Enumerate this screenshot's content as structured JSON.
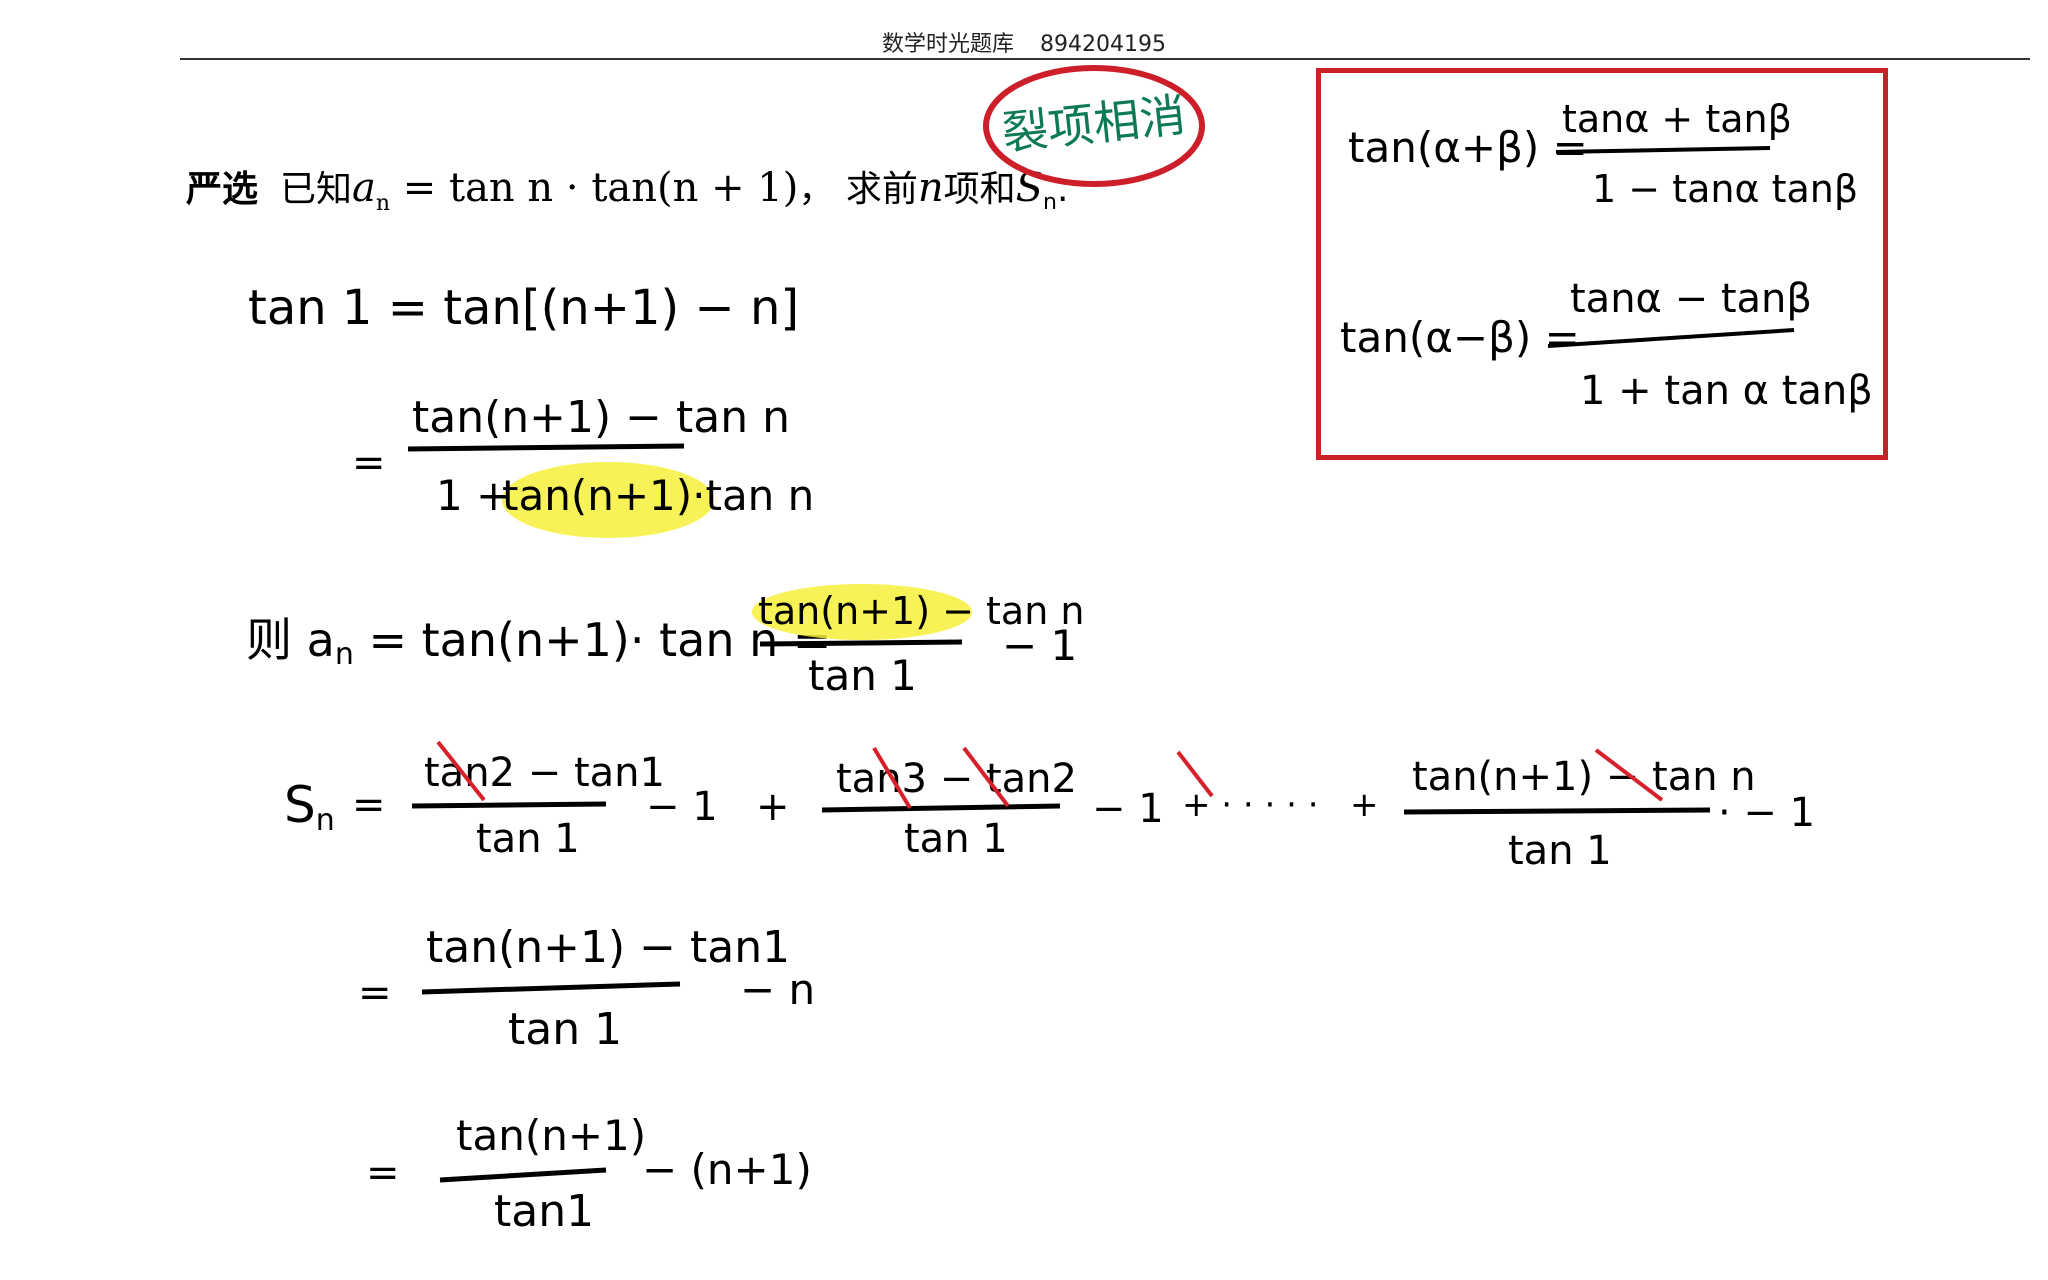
{
  "header": {
    "title": "数学时光题库",
    "code": "894204195"
  },
  "problem": {
    "tag": "严选",
    "prefix": "已知",
    "a_var": "a",
    "a_sub": "n",
    "expr": " = tan n · tan(n + 1)",
    "sep": "，",
    "ask": "求前",
    "n_var": "n",
    "ask2": "项和",
    "s_var": "S",
    "s_sub": "n",
    "end": "."
  },
  "stamp": {
    "text": "裂项相消",
    "color": "#0e7a55",
    "ring_color": "#cc1f2a"
  },
  "formula_box": {
    "line1_lhs": "tan(α+β) =",
    "line1_num": "tanα + tanβ",
    "line1_den": "1 − tanα tanβ",
    "line2_lhs": "tan(α−β) =",
    "line2_num": "tanα − tanβ",
    "line2_den": "1 + tan α tanβ",
    "border_color": "#cc1f2a"
  },
  "work": {
    "step1": "tan 1 = tan[(n+1) − n]",
    "step2_eq": "=",
    "step2_num": "tan(n+1) − tan n",
    "step2_den_a": "1 + ",
    "step2_den_b": "tan(n+1)·tan n",
    "step3_lhs": "则 a",
    "step3_sub": "n",
    "step3_mid": " = tan(n+1)· tan n =",
    "step3_num": "tan(n+1) − tan n",
    "step3_den": "tan 1",
    "step3_tail": "− 1",
    "step4_lhs": "S",
    "step4_sub": "n",
    "step4_eq": "=",
    "t1_num": "tan2 − tan1",
    "t1_den": "tan 1",
    "t1_tail": "− 1",
    "plus": "+",
    "t2_num": "tan3 − tan2",
    "t2_den": "tan 1",
    "t2_tail": "− 1",
    "dots": "+ · · · · ·",
    "plus2": "+",
    "t3_num": "tan(n+1) − tan n",
    "t3_den": "tan 1",
    "t3_tail": "· − 1",
    "step5_eq": "=",
    "step5_num": "tan(n+1) − tan1",
    "step5_den": "tan 1",
    "step5_tail": "− n",
    "step6_eq": "=",
    "step6_num": "tan(n+1)",
    "step6_den": "tan1",
    "step6_tail": "− (n+1)"
  },
  "colors": {
    "highlight": "#f6f03a",
    "strike": "#d6202a",
    "ink": "#000000"
  }
}
